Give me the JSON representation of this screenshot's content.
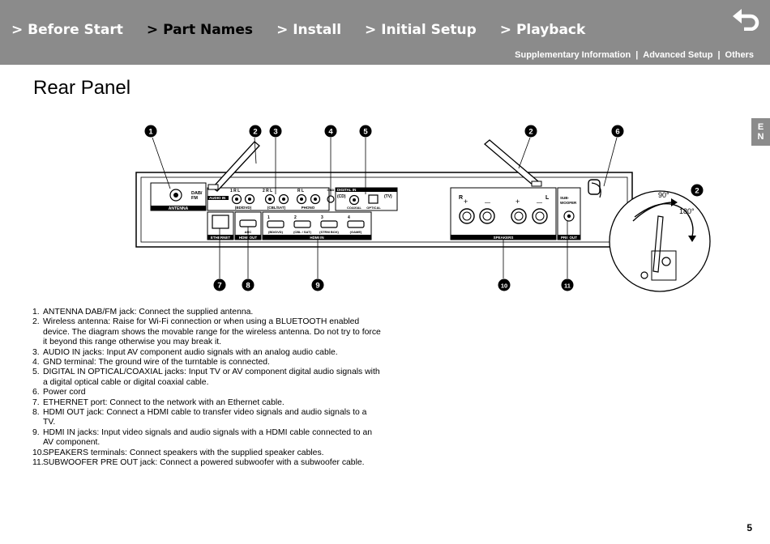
{
  "nav": {
    "items": [
      "> Before Start",
      "> Part Names",
      "> Install",
      "> Initial Setup",
      "> Playback"
    ],
    "active_index": 1
  },
  "sublinks": {
    "supplementary": "Supplementary Information",
    "advanced": "Advanced Setup",
    "others": "Others",
    "separator": "|"
  },
  "page_title": "Rear Panel",
  "lang_tab": {
    "line1": "E",
    "line2": "N"
  },
  "diagram": {
    "callouts": [
      "1",
      "2",
      "3",
      "4",
      "5",
      "2",
      "6",
      "2",
      "7",
      "8",
      "9",
      "10",
      "11"
    ],
    "labels": {
      "dab_fm": "DAB/\nFM",
      "antenna": "ANTENNA",
      "audio_in": "AUDIO IN",
      "r": "R",
      "l": "L",
      "one": "1",
      "two": "2",
      "bd_dvd": "(BD/DVD)",
      "cbl_sat": "(CBL/SAT)",
      "phono": "PHONO",
      "gnd": "GND",
      "digital_in": "DIGITAL IN",
      "cd": "(CD)",
      "tv": "(TV)",
      "coaxial": "COAXIAL",
      "optical": "OPTICAL",
      "ethernet": "ETHERNET",
      "hdmi_out": "HDMI OUT",
      "arc": "ARC",
      "hdmi_in": "HDMI IN",
      "three": "3",
      "four": "4",
      "bd_dvd2": "(BD/DVD)",
      "cbl_sat2": "(CBL / SAT)",
      "strm_box": "(STRM BOX)",
      "game": "(GAME)",
      "speakers": "SPEAKERS",
      "plus": "+",
      "minus": "—",
      "subwoofer": "SUB-\nWOOFER",
      "pre_out": "PRE OUT",
      "deg90": "90°",
      "deg180": "180°"
    }
  },
  "descriptions": [
    {
      "num": "1.",
      "text": "ANTENNA DAB/FM jack: Connect the supplied antenna."
    },
    {
      "num": "2.",
      "text": "Wireless antenna: Raise for Wi-Fi connection or when using a BLUETOOTH enabled device. The diagram shows the movable range for the wireless antenna. Do not try to force it beyond this range otherwise you may break it."
    },
    {
      "num": "3.",
      "text": "AUDIO IN jacks: Input AV component audio signals with an analog audio cable."
    },
    {
      "num": "4.",
      "text": "GND terminal: The ground wire of the turntable is connected."
    },
    {
      "num": "5.",
      "text": "DIGITAL IN OPTICAL/COAXIAL jacks: Input TV or AV component digital audio signals with a digital optical cable or digital coaxial cable."
    },
    {
      "num": "6.",
      "text": "Power cord"
    },
    {
      "num": "7.",
      "text": "ETHERNET port: Connect to the network with an Ethernet cable."
    },
    {
      "num": "8.",
      "text": "HDMI OUT jack: Connect a HDMI cable to transfer video signals and audio signals to a TV."
    },
    {
      "num": "9.",
      "text": "HDMI IN jacks: Input video signals and audio signals with a HDMI cable connected to an AV component."
    },
    {
      "num": "10.",
      "text": "SPEAKERS terminals: Connect speakers with the supplied speaker cables."
    },
    {
      "num": "11.",
      "text": "SUBWOOFER PRE OUT jack: Connect a powered subwoofer with a subwoofer cable."
    }
  ],
  "page_number": "5",
  "colors": {
    "header": "#8b8b8b",
    "active_nav": "#000000",
    "nav": "#ffffff"
  },
  "icons": {
    "back": "return-arrow-icon"
  }
}
